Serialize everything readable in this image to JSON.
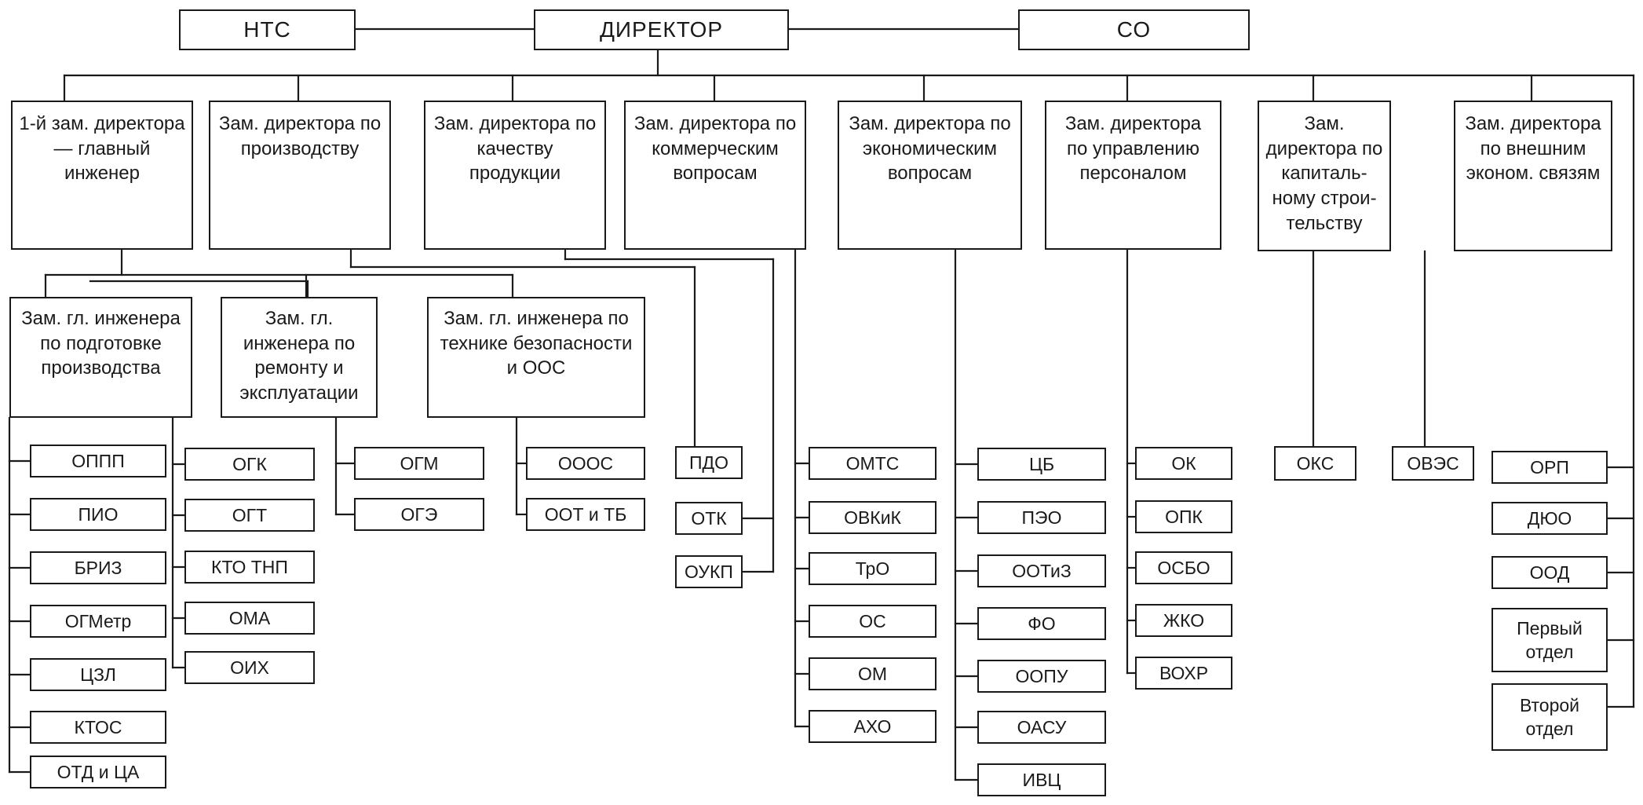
{
  "top": {
    "nts": "НТС",
    "director": "ДИРЕКТОР",
    "so": "СО"
  },
  "deputies": {
    "chief_engineer": "1-й зам. директора — главный инженер",
    "production": "Зам. директора по производству",
    "quality": "Зам. директора по качеству продукции",
    "commercial": "Зам. директора по коммерческим вопросам",
    "economic": "Зам. директора по экономическим вопросам",
    "personnel": "Зам. директора по управлению персоналом",
    "construction": "Зам. директора по капиталь-ному строи-тельству",
    "foreign": "Зам. директора по внешним эконом. связям"
  },
  "sub_engineers": {
    "preparation": "Зам. гл. инженера по подготовке производства",
    "repair": "Зам. гл. инженера по ремонту и эксплуатации",
    "safety": "Зам. гл. инженера по технике безопасности и ООС"
  },
  "departments": {
    "preparation_left": [
      "ОППП",
      "ПИО",
      "БРИЗ",
      "ОГМетр",
      "ЦЗЛ",
      "КТОС",
      "ОТД и ЦА"
    ],
    "preparation_right": [
      "ОГК",
      "ОГТ",
      "КТО ТНП",
      "ОМА",
      "ОИХ"
    ],
    "repair": [
      "ОГМ",
      "ОГЭ"
    ],
    "safety": [
      "ОООС",
      "ООТ и ТБ"
    ],
    "production_quality": [
      "ПДО",
      "ОТК",
      "ОУКП"
    ],
    "commercial": [
      "ОМТС",
      "ОВКиК",
      "ТрО",
      "ОС",
      "ОМ",
      "АХО"
    ],
    "economic": [
      "ЦБ",
      "ПЭО",
      "ООТиЗ",
      "ФО",
      "ООПУ",
      "ОАСУ",
      "ИВЦ"
    ],
    "personnel": [
      "ОК",
      "ОПК",
      "ОСБО",
      "ЖКО",
      "ВОХР"
    ],
    "construction": [
      "ОКС"
    ],
    "foreign": [
      "ОВЭС"
    ],
    "director_direct": [
      "ОРП",
      "ДЮО",
      "ООД",
      "Первый отдел",
      "Второй отдел"
    ]
  }
}
